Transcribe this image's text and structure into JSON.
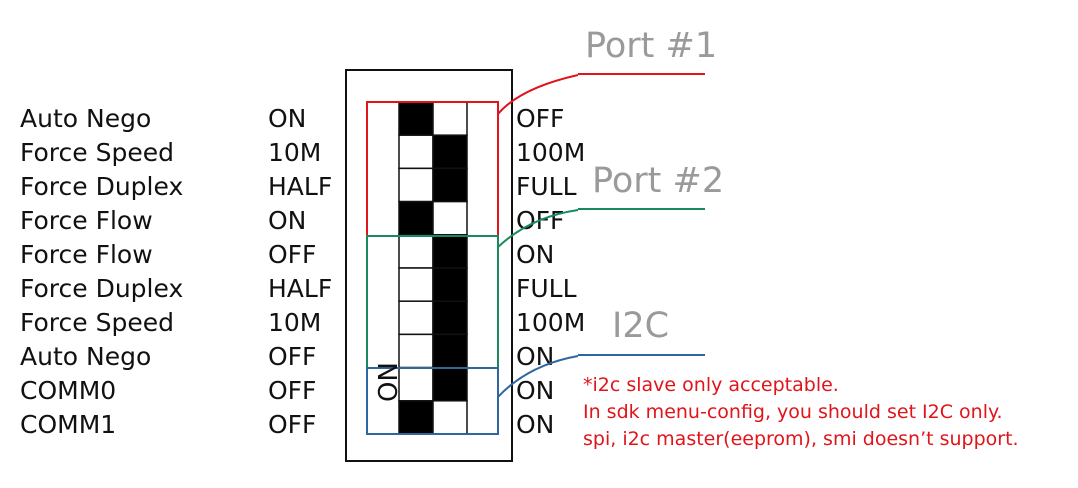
{
  "rows": [
    {
      "name": "Auto Nego",
      "left": "ON",
      "right": "OFF",
      "switch": "left"
    },
    {
      "name": "Force Speed",
      "left": "10M",
      "right": "100M",
      "switch": "right"
    },
    {
      "name": "Force Duplex",
      "left": "HALF",
      "right": "FULL",
      "switch": "right"
    },
    {
      "name": "Force Flow",
      "left": "ON",
      "right": "OFF",
      "switch": "left"
    },
    {
      "name": "Force Flow",
      "left": "OFF",
      "right": "ON",
      "switch": "right"
    },
    {
      "name": "Force Duplex",
      "left": "HALF",
      "right": "FULL",
      "switch": "right"
    },
    {
      "name": "Force Speed",
      "left": "10M",
      "right": "100M",
      "switch": "right"
    },
    {
      "name": "Auto Nego",
      "left": "OFF",
      "right": "ON",
      "switch": "right"
    },
    {
      "name": "COMM0",
      "left": "OFF",
      "right": "ON",
      "switch": "right"
    },
    {
      "name": "COMM1",
      "left": "OFF",
      "right": "ON",
      "switch": "left"
    }
  ],
  "groups": [
    {
      "title": "Port #1",
      "color": "#e0141a"
    },
    {
      "title": "Port #2",
      "color": "#1a8a5e"
    },
    {
      "title": "I2C",
      "color": "#2f66a0"
    }
  ],
  "switch_label": "ON",
  "note": {
    "line1": "*i2c slave only acceptable.",
    "line2": "In sdk menu-config, you should set I2C only.",
    "line3": "spi, i2c master(eeprom), smi doesn’t support."
  }
}
